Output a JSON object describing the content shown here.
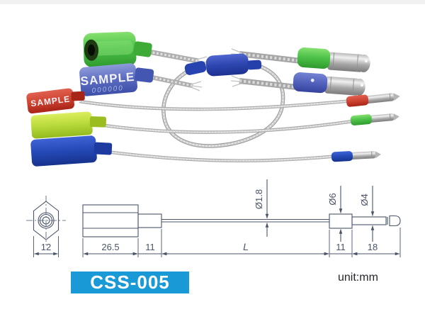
{
  "photo": {
    "seals": [
      {
        "name": "green hex cable seal",
        "color": "#4ec24a"
      },
      {
        "name": "blue hex cable seal",
        "label": "SAMPLE",
        "serial": "000000",
        "color": "#5b6cc1"
      },
      {
        "name": "red cable seal",
        "label": "SAMPLE",
        "color": "#ce4331"
      },
      {
        "name": "lime cable seal",
        "color": "#b7d93a"
      },
      {
        "name": "navy cable seal",
        "color": "#2449b5"
      },
      {
        "name": "blue barrel seal with looped cable",
        "color": "#2d45af"
      }
    ]
  },
  "drawing": {
    "line_color": "#4b5568",
    "dims": {
      "hex_width": "12",
      "body_len": "26.5",
      "neck_len": "11",
      "cable_len": "L",
      "block_len": "11",
      "tip_len": "18",
      "cable_dia": "Ø1.8",
      "block_dia": "Ø6",
      "tip_dia": "Ø4"
    }
  },
  "footer": {
    "model_code": "CSS-005",
    "model_bg": "#1a99d7",
    "unit_note": "unit:mm"
  }
}
